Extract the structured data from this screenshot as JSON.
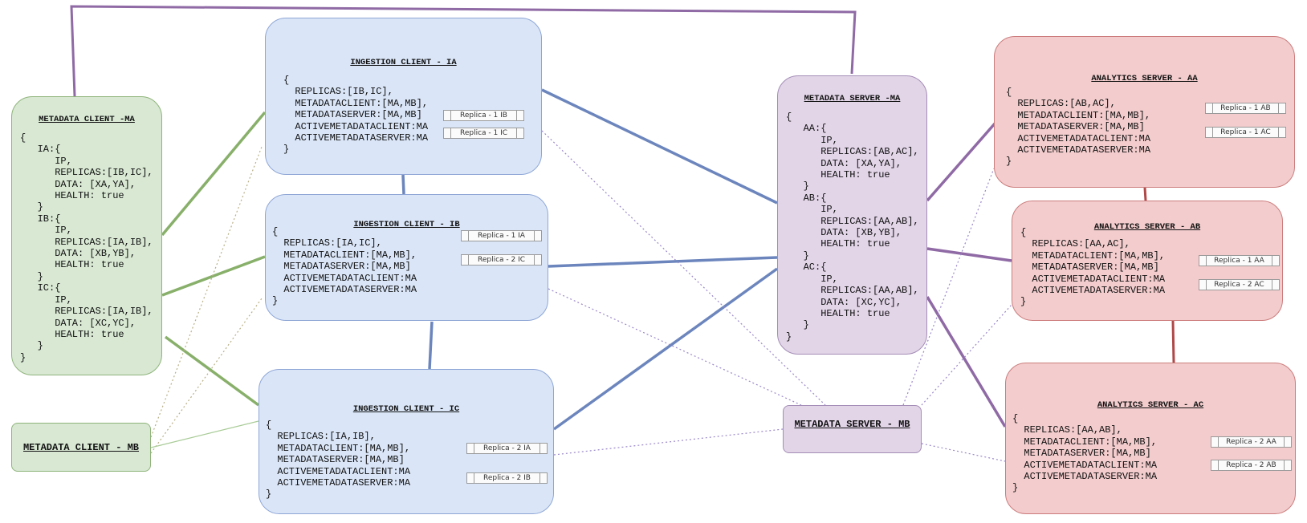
{
  "nodes": {
    "ma": {
      "title": "METADATA CLIENT -MA",
      "body": "{\n   IA:{\n      IP,\n      REPLICAS:[IB,IC],\n      DATA: [XA,YA],\n      HEALTH: true\n   }\n   IB:{\n      IP,\n      REPLICAS:[IA,IB],\n      DATA: [XB,YB],\n      HEALTH: true\n   }\n   IC:{\n      IP,\n      REPLICAS:[IA,IB],\n      DATA: [XC,YC],\n      HEALTH: true\n   }\n}"
    },
    "mb_client": {
      "title": "METADATA CLIENT - MB"
    },
    "ia": {
      "title": "INGESTION CLIENT - IA",
      "body": "{\n  REPLICAS:[IB,IC],\n  METADATACLIENT:[MA,MB],\n  METADATASERVER:[MA,MB]\n  ACTIVEMETADATACLIENT:MA\n  ACTIVEMETADATASERVER:MA\n}",
      "tags": [
        "Replica - 1 IB",
        "Replica - 1 IC"
      ]
    },
    "ib": {
      "title": "INGESTION CLIENT - IB",
      "body": "{\n  REPLICAS:[IA,IC],\n  METADATACLIENT:[MA,MB],\n  METADATASERVER:[MA,MB]\n  ACTIVEMETADATACLIENT:MA\n  ACTIVEMETADATASERVER:MA\n}",
      "tags": [
        "Replica - 1 IA",
        "Replica - 2 IC"
      ]
    },
    "ic": {
      "title": "INGESTION CLIENT - IC",
      "body": "{\n  REPLICAS:[IA,IB],\n  METADATACLIENT:[MA,MB],\n  METADATASERVER:[MA,MB]\n  ACTIVEMETADATACLIENT:MA\n  ACTIVEMETADATASERVER:MA\n}",
      "tags": [
        "Replica - 2 IA",
        "Replica - 2 IB"
      ]
    },
    "ms_ma": {
      "title": "METADATA SERVER -MA",
      "body": "{\n   AA:{\n      IP,\n      REPLICAS:[AB,AC],\n      DATA: [XA,YA],\n      HEALTH: true\n   }\n   AB:{\n      IP,\n      REPLICAS:[AA,AB],\n      DATA: [XB,YB],\n      HEALTH: true\n   }\n   AC:{\n      IP,\n      REPLICAS:[AA,AB],\n      DATA: [XC,YC],\n      HEALTH: true\n   }\n}"
    },
    "ms_mb": {
      "title": "METADATA SERVER - MB"
    },
    "aa": {
      "title": "ANALYTICS SERVER - AA",
      "body": "{\n  REPLICAS:[AB,AC],\n  METADATACLIENT:[MA,MB],\n  METADATASERVER:[MA,MB]\n  ACTIVEMETADATACLIENT:MA\n  ACTIVEMETADATASERVER:MA\n}",
      "tags": [
        "Replica - 1 AB",
        "Replica - 1 AC"
      ]
    },
    "ab": {
      "title": "ANALYTICS SERVER - AB",
      "body": "{\n  REPLICAS:[AA,AC],\n  METADATACLIENT:[MA,MB],\n  METADATASERVER:[MA,MB]\n  ACTIVEMETADATACLIENT:MA\n  ACTIVEMETADATASERVER:MA\n}",
      "tags": [
        "Replica - 1 AA",
        "Replica - 2 AC"
      ]
    },
    "ac": {
      "title": "ANALYTICS SERVER - AC",
      "body": "{\n  REPLICAS:[AA,AB],\n  METADATACLIENT:[MA,MB],\n  METADATASERVER:[MA,MB]\n  ACTIVEMETADATACLIENT:MA\n  ACTIVEMETADATASERVER:MA\n}",
      "tags": [
        "Replica - 2 AA",
        "Replica - 2 AB"
      ]
    }
  },
  "colors": {
    "green_line": "#88b06a",
    "blue_line": "#6c86bd",
    "purple_line": "#8f6aa5",
    "red_line": "#b04848",
    "dotted_purple": "#9b88c9",
    "dotted_khaki": "#b8b088",
    "light_green": "#a9cc98"
  }
}
